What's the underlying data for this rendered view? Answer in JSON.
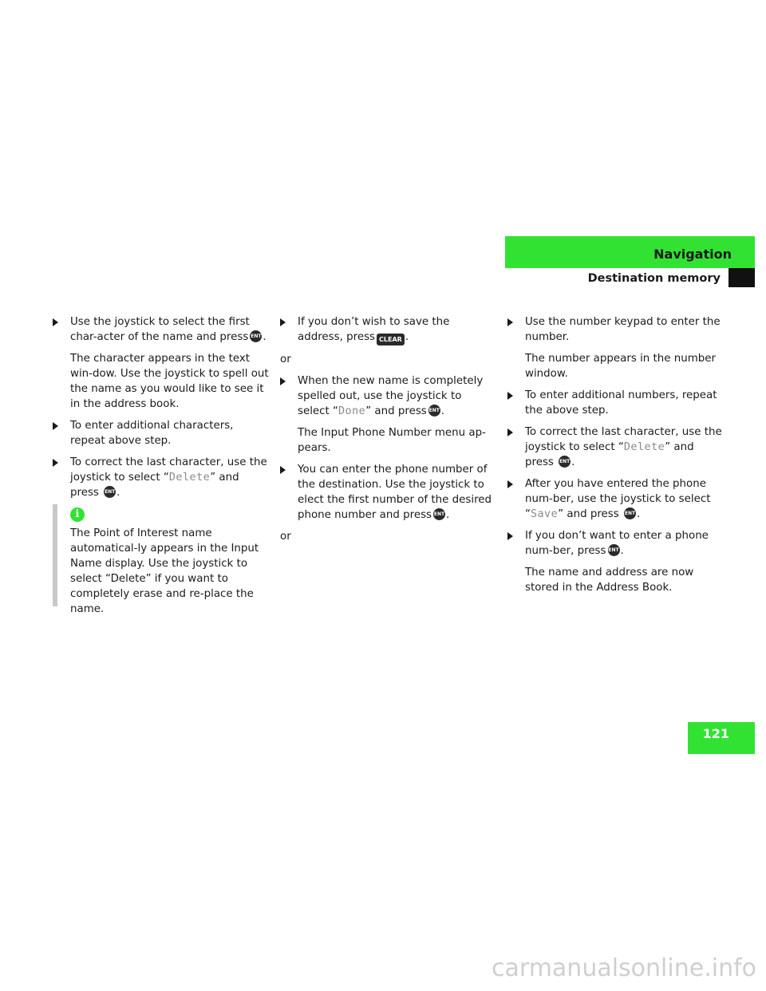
{
  "header": {
    "section": "Navigation",
    "subsection": "Destination memory",
    "page_number": "121"
  },
  "icons": {
    "ent_label": "ENT",
    "clear_label": "CLEAR",
    "info_glyph": "i"
  },
  "col1": {
    "b1_text": "Use the joystick to select the first char-acter of the name and press",
    "b1_end": ".",
    "p1": "The character appears in the text win-dow. Use the joystick to spell out the name as you would like to see it in the address book.",
    "b2_text": "To enter additional characters, repeat above step.",
    "b3_pre": "To correct the last character, use the joystick to select “",
    "b3_mono": "Delete",
    "b3_post": "” and press",
    "b3_end": ".",
    "info_text": "The Point of Interest name automatical-ly appears in the Input Name display. Use the joystick to select “Delete” if you want to completely erase and re-place the name."
  },
  "col2": {
    "b1_text": "If you don’t wish to save the address, press",
    "b1_end": ".",
    "or1": "or",
    "b2_pre": "When the new name is completely spelled out, use the joystick to select “",
    "b2_mono": "Done",
    "b2_post": "” and press",
    "b2_end": ".",
    "p1": "The Input Phone Number menu ap-pears.",
    "b3_text": "You can enter the phone number of the destination. Use the joystick to elect the first number of the desired phone number and press",
    "b3_end": ".",
    "or2": "or"
  },
  "col3": {
    "b1_text": "Use the number keypad to enter the number.",
    "p1": "The number appears in the number window.",
    "b2_text": "To enter additional numbers, repeat the above step.",
    "b3_pre": "To correct the last character, use the joystick to select “",
    "b3_mono": "Delete",
    "b3_post": "” and press",
    "b3_end": ".",
    "b4_pre": "After you have entered the phone num-ber, use the joystick to select “",
    "b4_mono": "Save",
    "b4_post": "” and press",
    "b4_end": ".",
    "b5_text": "If you don’t want to enter a phone num-ber, press",
    "b5_end": ".",
    "p2": "The name and address are now stored in the Address Book."
  },
  "watermark": "carmanualsonline.info"
}
